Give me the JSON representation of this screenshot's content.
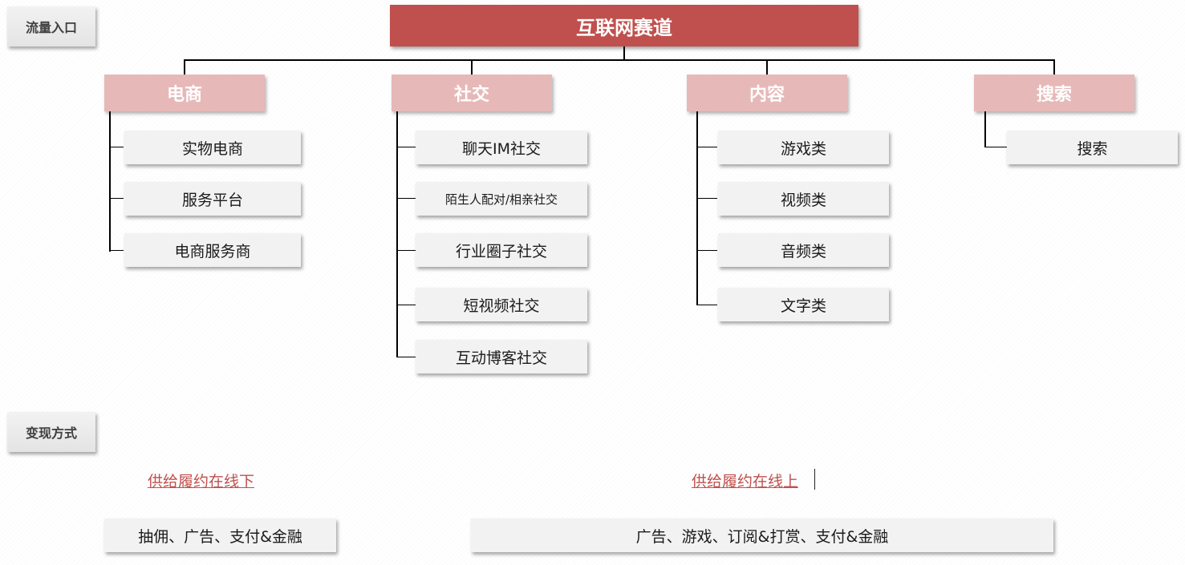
{
  "section_labels": {
    "traffic": "流量入口",
    "monetization": "变现方式"
  },
  "root": {
    "label": "互联网赛道"
  },
  "categories": [
    {
      "label": "电商",
      "items": [
        "实物电商",
        "服务平台",
        "电商服务商"
      ]
    },
    {
      "label": "社交",
      "items": [
        "聊天IM社交",
        "陌生人配对/相亲社交",
        "行业圈子社交",
        "短视频社交",
        "互动博客社交"
      ]
    },
    {
      "label": "内容",
      "items": [
        "游戏类",
        "视频类",
        "音频类",
        "文字类"
      ]
    },
    {
      "label": "搜索",
      "items": [
        "搜索"
      ]
    }
  ],
  "monetization": {
    "offline": {
      "link": "供给履约在线下",
      "methods": "抽佣、广告、支付&金融"
    },
    "online": {
      "link": "供给履约在线上",
      "methods": "广告、游戏、订阅&打赏、支付&金融"
    }
  },
  "colors": {
    "root": "#c0504d",
    "category": "#e6b9b8",
    "leaf": "#f2f2f2",
    "link": "#c0504d"
  }
}
